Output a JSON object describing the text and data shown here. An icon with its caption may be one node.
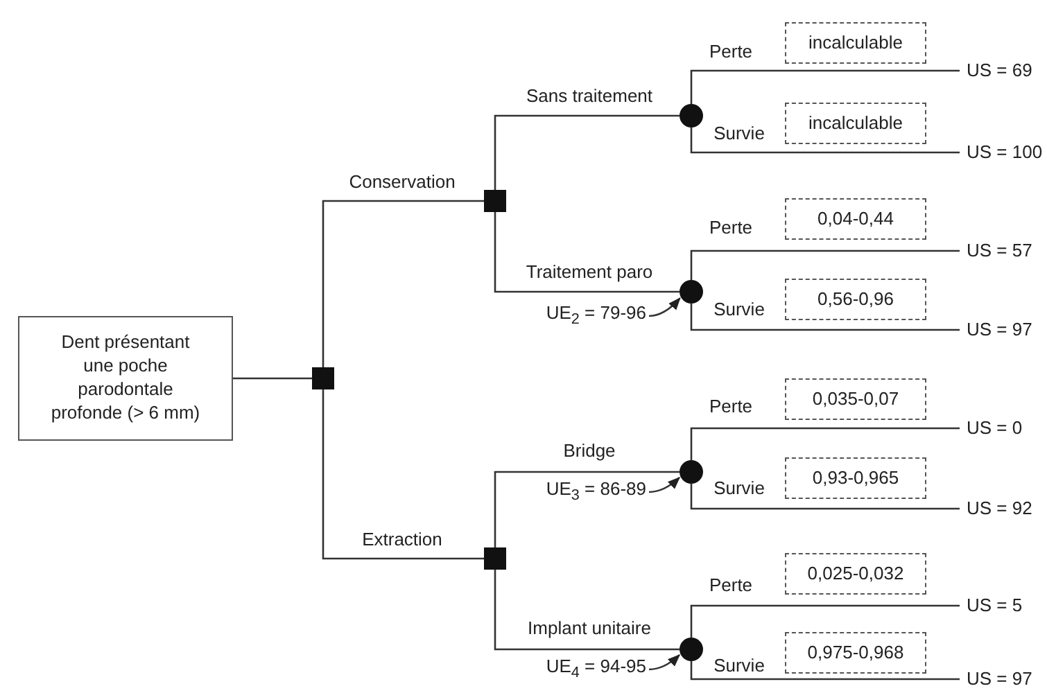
{
  "diagram": {
    "nodes": [
      {
        "text": [
          "Dent présentant une poche parodontale profonde (> 6 mm)"
        ]
      },
      {
        "text": [],
        "shape": "box"
      },
      {
        "text": [],
        "shape": "box"
      },
      {
        "text": [],
        "shape": "box"
      },
      {
        "text": [],
        "shape": "circle"
      },
      {
        "text": [],
        "shape": "circle"
      },
      {
        "text": [],
        "shape": "circle"
      },
      {
        "text": [],
        "shape": "circle"
      },
      {
        "text": [
          "US = 69"
        ]
      },
      {
        "text": [
          "US = 100"
        ]
      },
      {
        "text": [
          "US = 57"
        ]
      },
      {
        "text": [
          "US = 97"
        ]
      },
      {
        "text": [
          "US = 0"
        ]
      },
      {
        "text": [
          "US = 92"
        ]
      },
      {
        "text": [
          "US = 5"
        ]
      },
      {
        "text": [
          "US = 97"
        ]
      },
      {
        "text": [
          "incalculable"
        ]
      },
      {
        "text": [
          "incalculable"
        ]
      },
      {
        "text": [
          "0,04-0,44"
        ]
      },
      {
        "text": [
          "0,56-0,96"
        ]
      },
      {
        "text": [
          "0,035-0,07"
        ]
      },
      {
        "text": [
          "0,93-0,965"
        ]
      },
      {
        "text": [
          "0,025-0,032"
        ]
      },
      {
        "text": [
          "0,975-0,968"
        ]
      },
      {
        "text": [
          "UE$_{2}$ = 79-96"
        ]
      },
      {
        "text": [
          "UE$_{3}$ = 86-89"
        ]
      },
      {
        "text": [
          "UE$_{4}$ = 94-95"
        ]
      }
    ],
    "edges": [
      {
        "from": 0,
        "to": 1,
        "arrow": "none"
      },
      {
        "from": 1,
        "to": 2,
        "arrow": "none",
        "label": "Conservation"
      },
      {
        "from": 1,
        "to": 3,
        "arrow": "none",
        "label": "Extraction"
      },
      {
        "from": 2,
        "to": 4,
        "arrow": "none",
        "label": "Sans traitement"
      },
      {
        "from": 2,
        "to": 5,
        "arrow": "none",
        "label": "Traitement paro"
      },
      {
        "from": 4,
        "to": 8,
        "arrow": "none",
        "label": "Perte"
      },
      {
        "from": 4,
        "to": 9,
        "arrow": "none",
        "label": "Survie"
      },
      {
        "from": 5,
        "to": 10,
        "arrow": "none",
        "label": "Perte"
      },
      {
        "from": 5,
        "to": 11,
        "arrow": "none",
        "label": "Survie"
      },
      {
        "from": 3,
        "to": 6,
        "arrow": "none",
        "label": "Bridge"
      },
      {
        "from": 3,
        "to": 7,
        "arrow": "none",
        "label": "Implant unitaire"
      },
      {
        "from": 6,
        "to": 12,
        "arrow": "none",
        "label": "Perte"
      },
      {
        "from": 6,
        "to": 13,
        "arrow": "none",
        "label": "Survie"
      },
      {
        "from": 7,
        "to": 14,
        "arrow": "none",
        "label": "Perte"
      },
      {
        "from": 7,
        "to": 15,
        "arrow": "none",
        "label": "Survie"
      },
      {
        "from": 24,
        "to": 5,
        "arrow": "to"
      },
      {
        "from": 25,
        "to": 6,
        "arrow": "to"
      },
      {
        "from": 26,
        "to": 7,
        "arrow": "to"
      }
    ]
  }
}
